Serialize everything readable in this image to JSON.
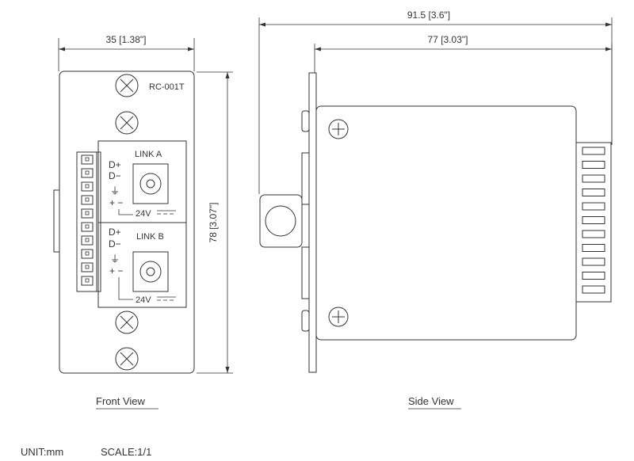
{
  "model": "RC-001T",
  "dimensions": {
    "overall_depth": "91.5 [3.6\"]",
    "body_depth": "77 [3.03\"]",
    "front_width": "35 [1.38\"]",
    "front_height": "78 [3.07\"]"
  },
  "ports": [
    {
      "name": "LINK A",
      "pins": [
        "D+",
        "D−"
      ],
      "power": "+ −",
      "voltage": "24V"
    },
    {
      "name": "LINK B",
      "pins": [
        "D+",
        "D−"
      ],
      "power": "+ −",
      "voltage": "24V"
    }
  ],
  "views": {
    "front": "Front View",
    "side": "Side View"
  },
  "footer": {
    "unit": "UNIT:mm",
    "scale": "SCALE:1/1"
  }
}
